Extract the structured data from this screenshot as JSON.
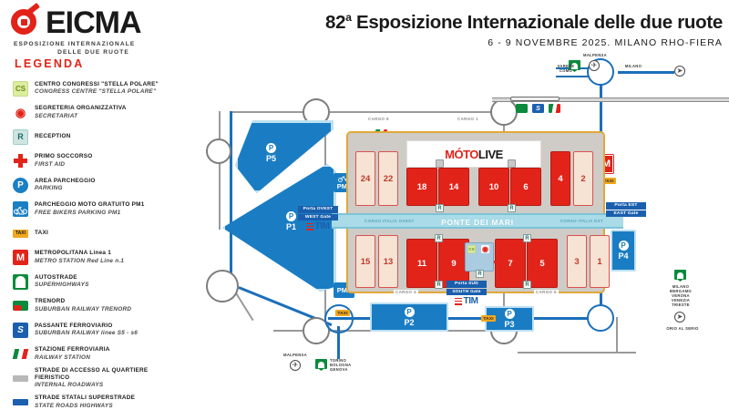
{
  "brand": {
    "name": "EICMA",
    "tagline_line1": "ESPOSIZIONE INTERNAZIONALE",
    "tagline_line2": "DELLE DUE RUOTE",
    "accent_red": "#e2231a"
  },
  "header": {
    "title_number": "82",
    "title_sup": "a",
    "title_rest": " Esposizione Internazionale delle due ruote",
    "subtitle": "6 - 9 NOVEMBRE 2025. MILANO RHO-FIERA"
  },
  "legend": {
    "title": "LEGENDA",
    "items": [
      {
        "icon": "congress-centre-icon",
        "icon_text": "CS",
        "it": "CENTRO CONGRESSI \"STELLA POLARE\"",
        "en": "CONGRESS CENTRE \"STELLA POLARE\""
      },
      {
        "icon": "secretariat-icon",
        "icon_text": "",
        "it": "SEGRETERIA ORGANIZZATIVA",
        "en": "SECRETARIAT"
      },
      {
        "icon": "reception-icon",
        "icon_text": "R",
        "it": "RECEPTION",
        "en": ""
      },
      {
        "icon": "first-aid-icon",
        "icon_text": "",
        "it": "PRIMO SOCCORSO",
        "en": "FIRST AID"
      },
      {
        "icon": "parking-icon",
        "icon_text": "P",
        "it": "AREA PARCHEGGIO",
        "en": "PARKING"
      },
      {
        "icon": "free-bikers-parking-icon",
        "icon_text": "PM1",
        "it": "PARCHEGGIO MOTO GRATUITO PM1",
        "en": "FREE BIKERS PARKING PM1"
      },
      {
        "icon": "taxi-icon",
        "icon_text": "TAXI",
        "it": "TAXI",
        "en": ""
      },
      {
        "icon": "metro-icon",
        "icon_text": "M",
        "it": "METROPOLITANA Linea 1",
        "en": "METRO STATION Red Line n.1"
      },
      {
        "icon": "highway-icon",
        "icon_text": "",
        "it": "AUTOSTRADE",
        "en": "SUPERHIGHWAYS"
      },
      {
        "icon": "trenord-icon",
        "icon_text": "",
        "it": "TRENORD",
        "en": "SUBURBAN RAILWAY TRENORD"
      },
      {
        "icon": "passante-ferroviario-icon",
        "icon_text": "S",
        "it": "PASSANTE FERROVIARIO",
        "en": "SUBURBAN RAILWAY linee S5 - s6"
      },
      {
        "icon": "railway-station-icon",
        "icon_text": "",
        "it": "STAZIONE FERROVIARIA",
        "en": "RAILWAY STATION"
      },
      {
        "icon": "internal-roadway-icon",
        "icon_text": "",
        "it": "STRADE DI ACCESSO AL QUARTIERE FIERISTICO",
        "en": "INTERNAL ROADWAYS"
      },
      {
        "icon": "state-road-icon",
        "icon_text": "",
        "it": "STRADE STATALI SUPERSTRADE",
        "en": "STATE ROADS HIGHWAYS"
      }
    ]
  },
  "map": {
    "motolive": {
      "part_a": "MÓTO",
      "part_b": "LIVE"
    },
    "bridge": {
      "name": "PONTE DEI MARI",
      "west_label": "CORSO ITALIA OVEST",
      "east_label": "CORSO ITALIA EST"
    },
    "gates": [
      {
        "name": "west-gate",
        "it": "Porta OVEST",
        "en": "WEST Gate",
        "sponsor": "TIM"
      },
      {
        "name": "east-gate",
        "it": "Porta EST",
        "en": "EAST Gate",
        "sponsor": ""
      },
      {
        "name": "south-gate",
        "it": "Porta SUD",
        "en": "SOUTH Gate",
        "sponsor": "TIM"
      }
    ],
    "halls_north": [
      {
        "num": "24",
        "style": "beige"
      },
      {
        "num": "22",
        "style": "beige"
      },
      {
        "num": "18",
        "style": "red"
      },
      {
        "num": "14",
        "style": "red"
      },
      {
        "num": "10",
        "style": "red"
      },
      {
        "num": "6",
        "style": "red"
      },
      {
        "num": "4",
        "style": "red"
      },
      {
        "num": "2",
        "style": "beige"
      }
    ],
    "halls_south": [
      {
        "num": "15",
        "style": "beige"
      },
      {
        "num": "13",
        "style": "beige"
      },
      {
        "num": "11",
        "style": "red"
      },
      {
        "num": "9",
        "style": "red"
      },
      {
        "num": "7",
        "style": "red"
      },
      {
        "num": "5",
        "style": "red"
      },
      {
        "num": "3",
        "style": "beige"
      },
      {
        "num": "1",
        "style": "beige"
      }
    ],
    "parkings": [
      {
        "name": "p5",
        "label": "P5"
      },
      {
        "name": "p1",
        "label": "P1"
      },
      {
        "name": "p2",
        "label": "P2"
      },
      {
        "name": "p3",
        "label": "P3"
      },
      {
        "name": "p4",
        "label": "P4"
      }
    ],
    "bike_parkings": [
      {
        "name": "pm1",
        "label": "PM1"
      },
      {
        "name": "pm2",
        "label": "PM2"
      }
    ],
    "taxi_label": "TAXI",
    "metro_label": "M",
    "cargo_labels": [
      "CARGO 8",
      "CARGO 1",
      "CARGO 4",
      "CARGO 5"
    ],
    "exits": [
      {
        "name": "exit-malpensa-north",
        "text": "MALPENSA"
      },
      {
        "name": "exit-varese-como",
        "text": "VARESE\nCOMO"
      },
      {
        "name": "exit-milano",
        "text": "MILANO"
      },
      {
        "name": "exit-malpensa-south",
        "text": "MALPENSA"
      },
      {
        "name": "exit-torino-bologna-genova",
        "text": "TORINO\nBOLOGNA\nGENOVA"
      },
      {
        "name": "exit-milano-bergamo-verona",
        "text": "MILANO\nBERGAMO\nVERONA\nVENEZIA\nTRIESTE"
      },
      {
        "name": "exit-orio-al-serio",
        "text": "ORIO AL SERIO"
      }
    ],
    "reception_marker": "R",
    "railway_logos": [
      "trenord-logo",
      "passante-s-logo",
      "trenitalia-logo"
    ]
  }
}
